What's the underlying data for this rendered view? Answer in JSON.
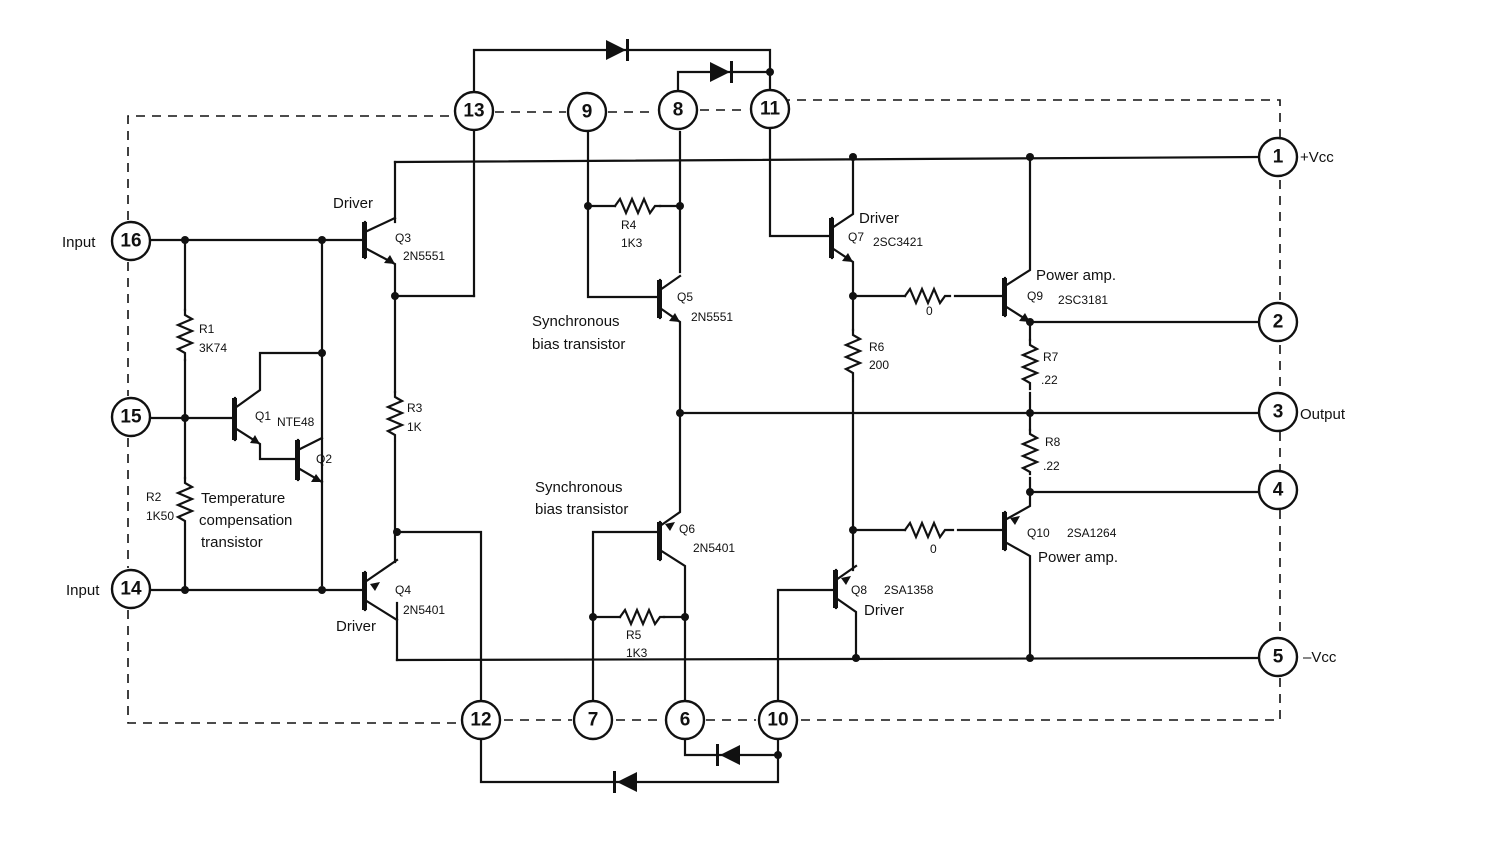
{
  "pins": {
    "p1": "1",
    "p2": "2",
    "p3": "3",
    "p4": "4",
    "p5": "5",
    "p6": "6",
    "p7": "7",
    "p8": "8",
    "p9": "9",
    "p10": "10",
    "p11": "11",
    "p12": "12",
    "p13": "13",
    "p14": "14",
    "p15": "15",
    "p16": "16"
  },
  "pin_labels": {
    "input_16": "Input",
    "input_14": "Input",
    "vcc_pos": "+Vcc",
    "output": "Output",
    "vcc_neg": "–Vcc"
  },
  "transistors": {
    "q1": {
      "ref": "Q1",
      "part": "NTE48"
    },
    "q2": {
      "ref": "Q2"
    },
    "q3": {
      "ref": "Q3",
      "part": "2N5551",
      "role": "Driver"
    },
    "q4": {
      "ref": "Q4",
      "part": "2N5401",
      "role": "Driver"
    },
    "q5": {
      "ref": "Q5",
      "part": "2N5551",
      "role_line1": "Synchronous",
      "role_line2": "bias transistor"
    },
    "q6": {
      "ref": "Q6",
      "part": "2N5401",
      "role_line1": "Synchronous",
      "role_line2": "bias transistor"
    },
    "q7": {
      "ref": "Q7",
      "part": "2SC3421",
      "role": "Driver"
    },
    "q8": {
      "ref": "Q8",
      "part": "2SA1358",
      "role": "Driver"
    },
    "q9": {
      "ref": "Q9",
      "part": "2SC3181",
      "role": "Power amp."
    },
    "q10": {
      "ref": "Q10",
      "part": "2SA1264",
      "role": "Power amp."
    }
  },
  "temp_comp": {
    "line1": "Temperature",
    "line2": "compensation",
    "line3": "transistor"
  },
  "resistors": {
    "r1": {
      "ref": "R1",
      "value": "3K74"
    },
    "r2": {
      "ref": "R2",
      "value": "1K50"
    },
    "r3": {
      "ref": "R3",
      "value": "1K"
    },
    "r4": {
      "ref": "R4",
      "value": "1K3"
    },
    "r5": {
      "ref": "R5",
      "value": "1K3"
    },
    "r6": {
      "ref": "R6",
      "value": "200"
    },
    "r7": {
      "ref": "R7",
      "value": ".22"
    },
    "r8": {
      "ref": "R8",
      "value": ".22"
    },
    "rq9": {
      "value": "0"
    },
    "rq10": {
      "value": "0"
    }
  }
}
